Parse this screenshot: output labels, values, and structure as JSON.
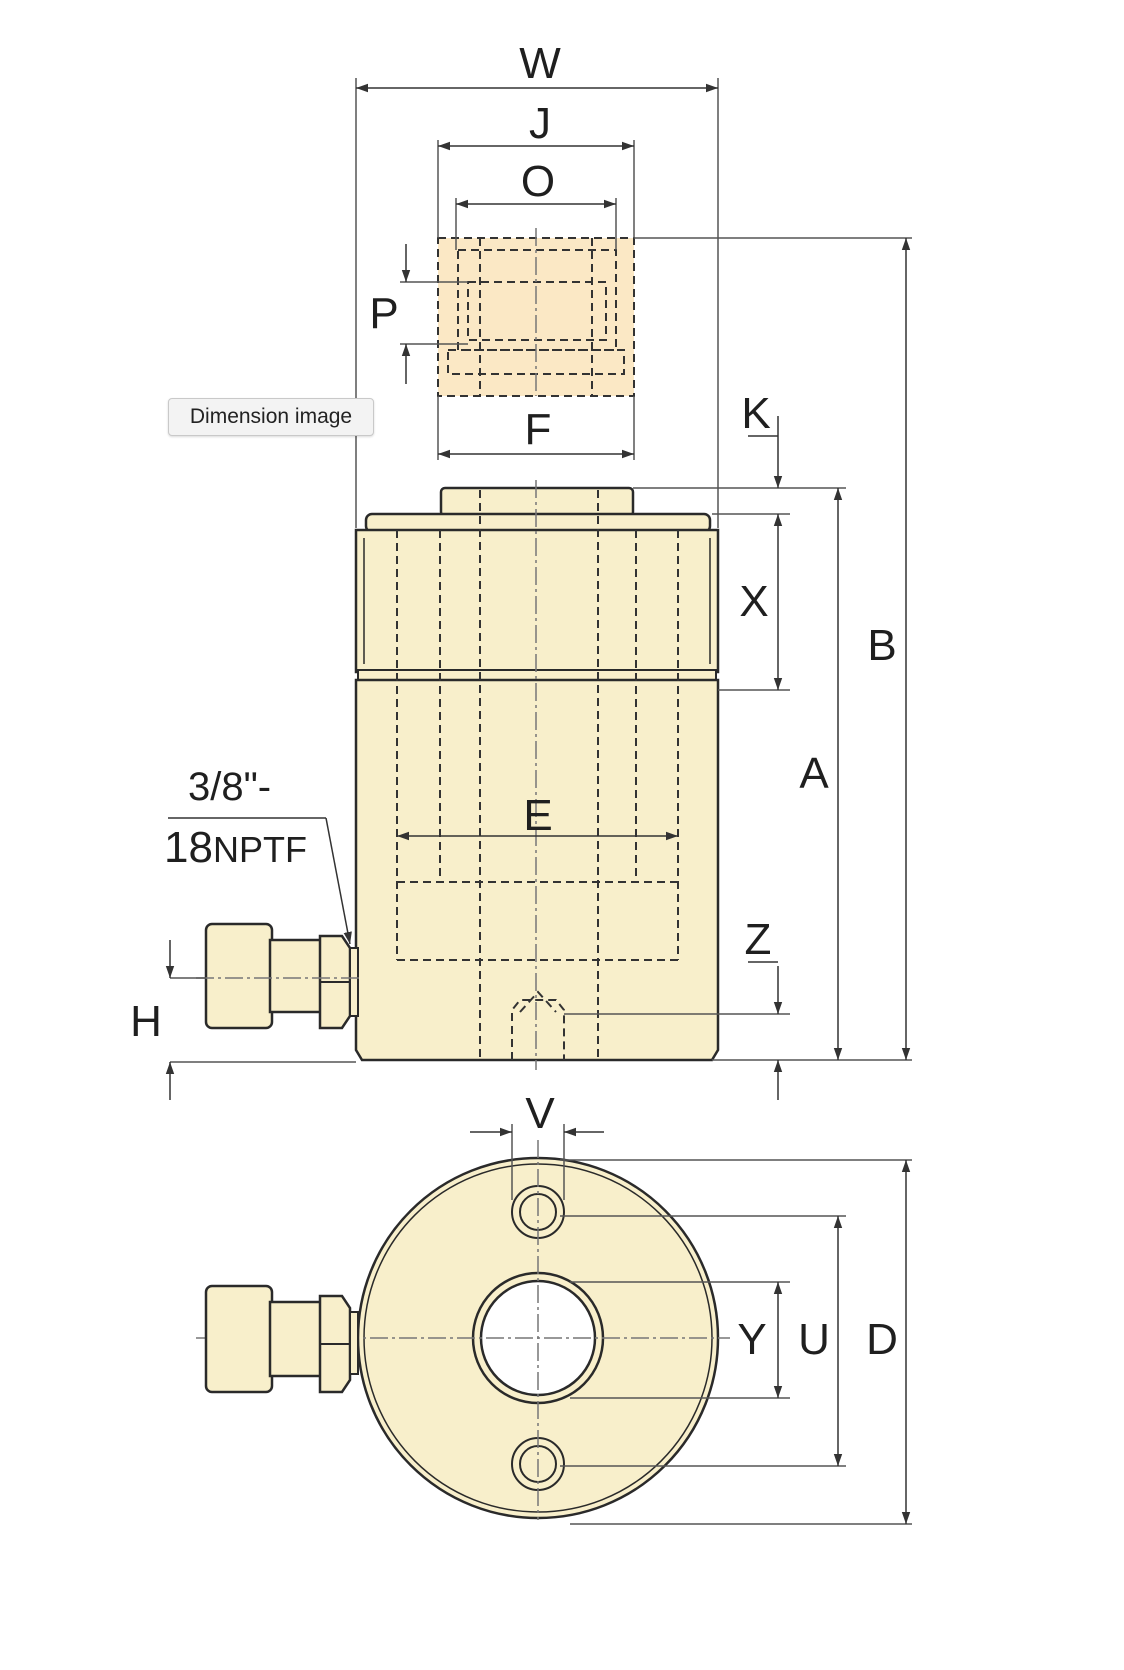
{
  "tooltip": "Dimension image",
  "labels": {
    "W": "W",
    "J": "J",
    "O": "O",
    "P": "P",
    "F": "F",
    "K": "K",
    "X": "X",
    "B": "B",
    "A": "A",
    "E": "E",
    "Z": "Z",
    "H": "H",
    "V": "V",
    "Y": "Y",
    "U": "U",
    "D": "D"
  },
  "port": {
    "line1": "3/8\"-",
    "line2_num": "18",
    "line2_unit": "NPTF"
  },
  "colors": {
    "body_fill": "#f8efcb",
    "saddle_fill": "#fbe8c5",
    "stroke": "#2a2a2a",
    "dim_line": "#555555"
  }
}
